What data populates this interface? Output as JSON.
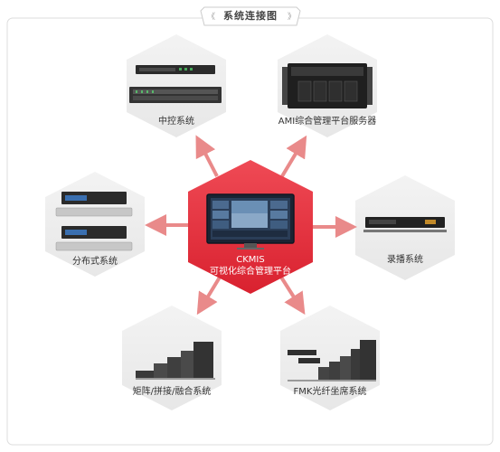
{
  "title": "系统连接图",
  "center": {
    "line1": "CKMIS",
    "line2": "可视化综合管理平台",
    "color": "#e8313f"
  },
  "nodes": [
    {
      "id": "central-control",
      "label": "中控系统"
    },
    {
      "id": "ami-server",
      "label": "AMI综合管理平台服务器"
    },
    {
      "id": "distributed",
      "label": "分布式系统"
    },
    {
      "id": "recording",
      "label": "录播系统"
    },
    {
      "id": "matrix",
      "label": "矩阵/拼接/融合系统"
    },
    {
      "id": "fmk",
      "label": "FMK光纤坐席系统"
    }
  ],
  "colors": {
    "hex_fill": "#eeeeee",
    "arrow": "#e98a8a",
    "frame": "#dddddd"
  }
}
